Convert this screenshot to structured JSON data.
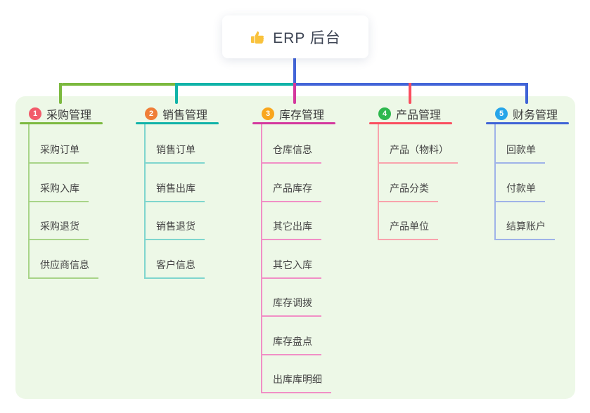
{
  "root": {
    "title": "ERP 后台",
    "icon": "thumbs-up-icon",
    "icon_color": "#f9c23c",
    "line_color": "#4365d8"
  },
  "panel": {
    "background": "#edf8e7"
  },
  "branches": [
    {
      "index": "1",
      "label": "采购管理",
      "badge_color": "#f25b6b",
      "line_color": "#7cb93f",
      "sub_line_color": "#a8d488",
      "items": [
        "采购订单",
        "采购入库",
        "采购退货",
        "供应商信息"
      ]
    },
    {
      "index": "2",
      "label": "销售管理",
      "badge_color": "#ef7e38",
      "line_color": "#10b3a8",
      "sub_line_color": "#7fd6ce",
      "items": [
        "销售订单",
        "销售出库",
        "销售退货",
        "客户信息"
      ]
    },
    {
      "index": "3",
      "label": "库存管理",
      "badge_color": "#f9a61d",
      "line_color": "#d4389e",
      "sub_line_color": "#f18fc6",
      "items": [
        "仓库信息",
        "产品库存",
        "其它出库",
        "其它入库",
        "库存调拨",
        "库存盘点",
        "出库库明细"
      ]
    },
    {
      "index": "4",
      "label": "产品管理",
      "badge_color": "#2eb84e",
      "line_color": "#fa4e5f",
      "sub_line_color": "#f9a3ac",
      "items": [
        "产品（物料）",
        "产品分类",
        "产品单位"
      ]
    },
    {
      "index": "5",
      "label": "财务管理",
      "badge_color": "#27a5e9",
      "line_color": "#3f63d6",
      "sub_line_color": "#9fb3e8",
      "items": [
        "回款单",
        "付款单",
        "结算账户"
      ]
    }
  ]
}
